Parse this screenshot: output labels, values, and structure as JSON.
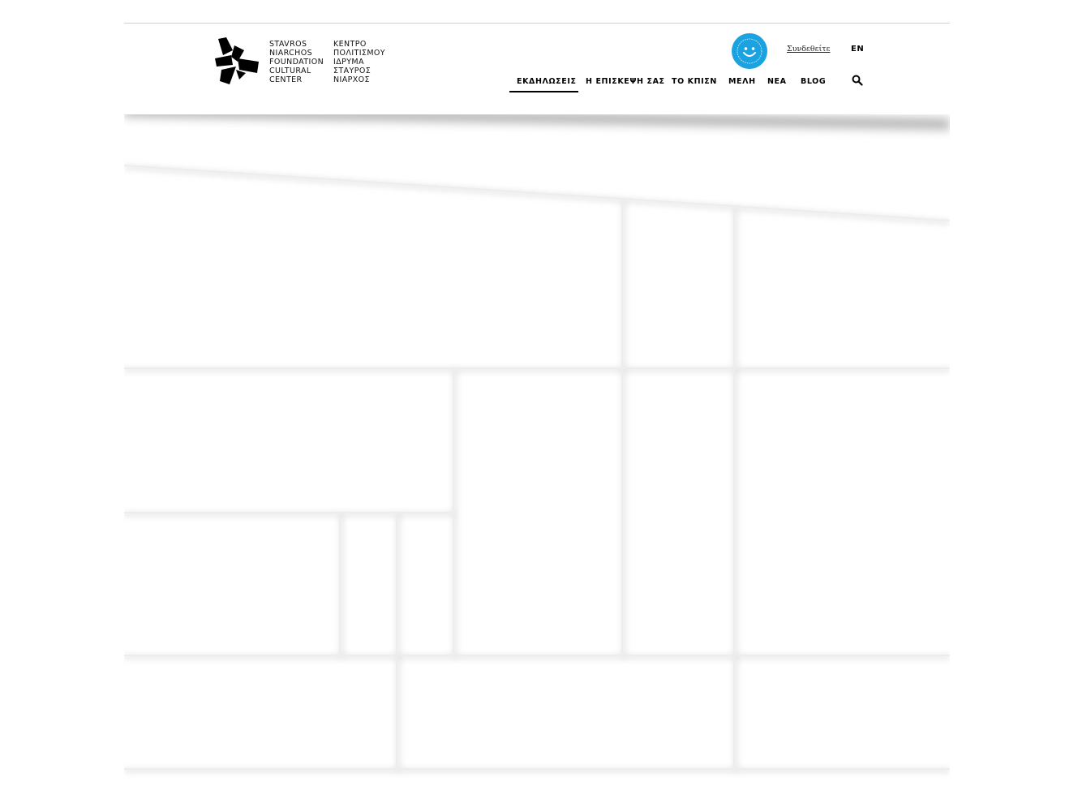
{
  "brand": {
    "name_en_lines": [
      "STAVROS",
      "NIARCHOS",
      "FOUNDATION",
      "CULTURAL",
      "CENTER"
    ],
    "name_gr_lines": [
      "ΚΕΝΤΡΟ",
      "ΠΟΛΙΤΙΣΜΟΥ",
      "ΙΔΡΥΜΑ",
      "ΣΤΑΥΡΟΣ",
      "ΝΙΑΡΧΟΣ"
    ]
  },
  "header": {
    "login_label": "Συνδεθείτε",
    "language_label": "EN",
    "member_badge_color": "#1aa3e0"
  },
  "nav": {
    "items": [
      {
        "label": "ΕΚΔΗΛΩΣΕΙΣ",
        "active": true
      },
      {
        "label": "Η ΕΠΙΣΚΕΨΗ ΣΑΣ",
        "active": false
      },
      {
        "label": "ΤΟ ΚΠΙΣΝ",
        "active": false
      },
      {
        "label": "ΜΕΛΗ",
        "active": false
      },
      {
        "label": "ΝΕΑ",
        "active": false
      },
      {
        "label": "BLOG",
        "active": false
      }
    ]
  }
}
